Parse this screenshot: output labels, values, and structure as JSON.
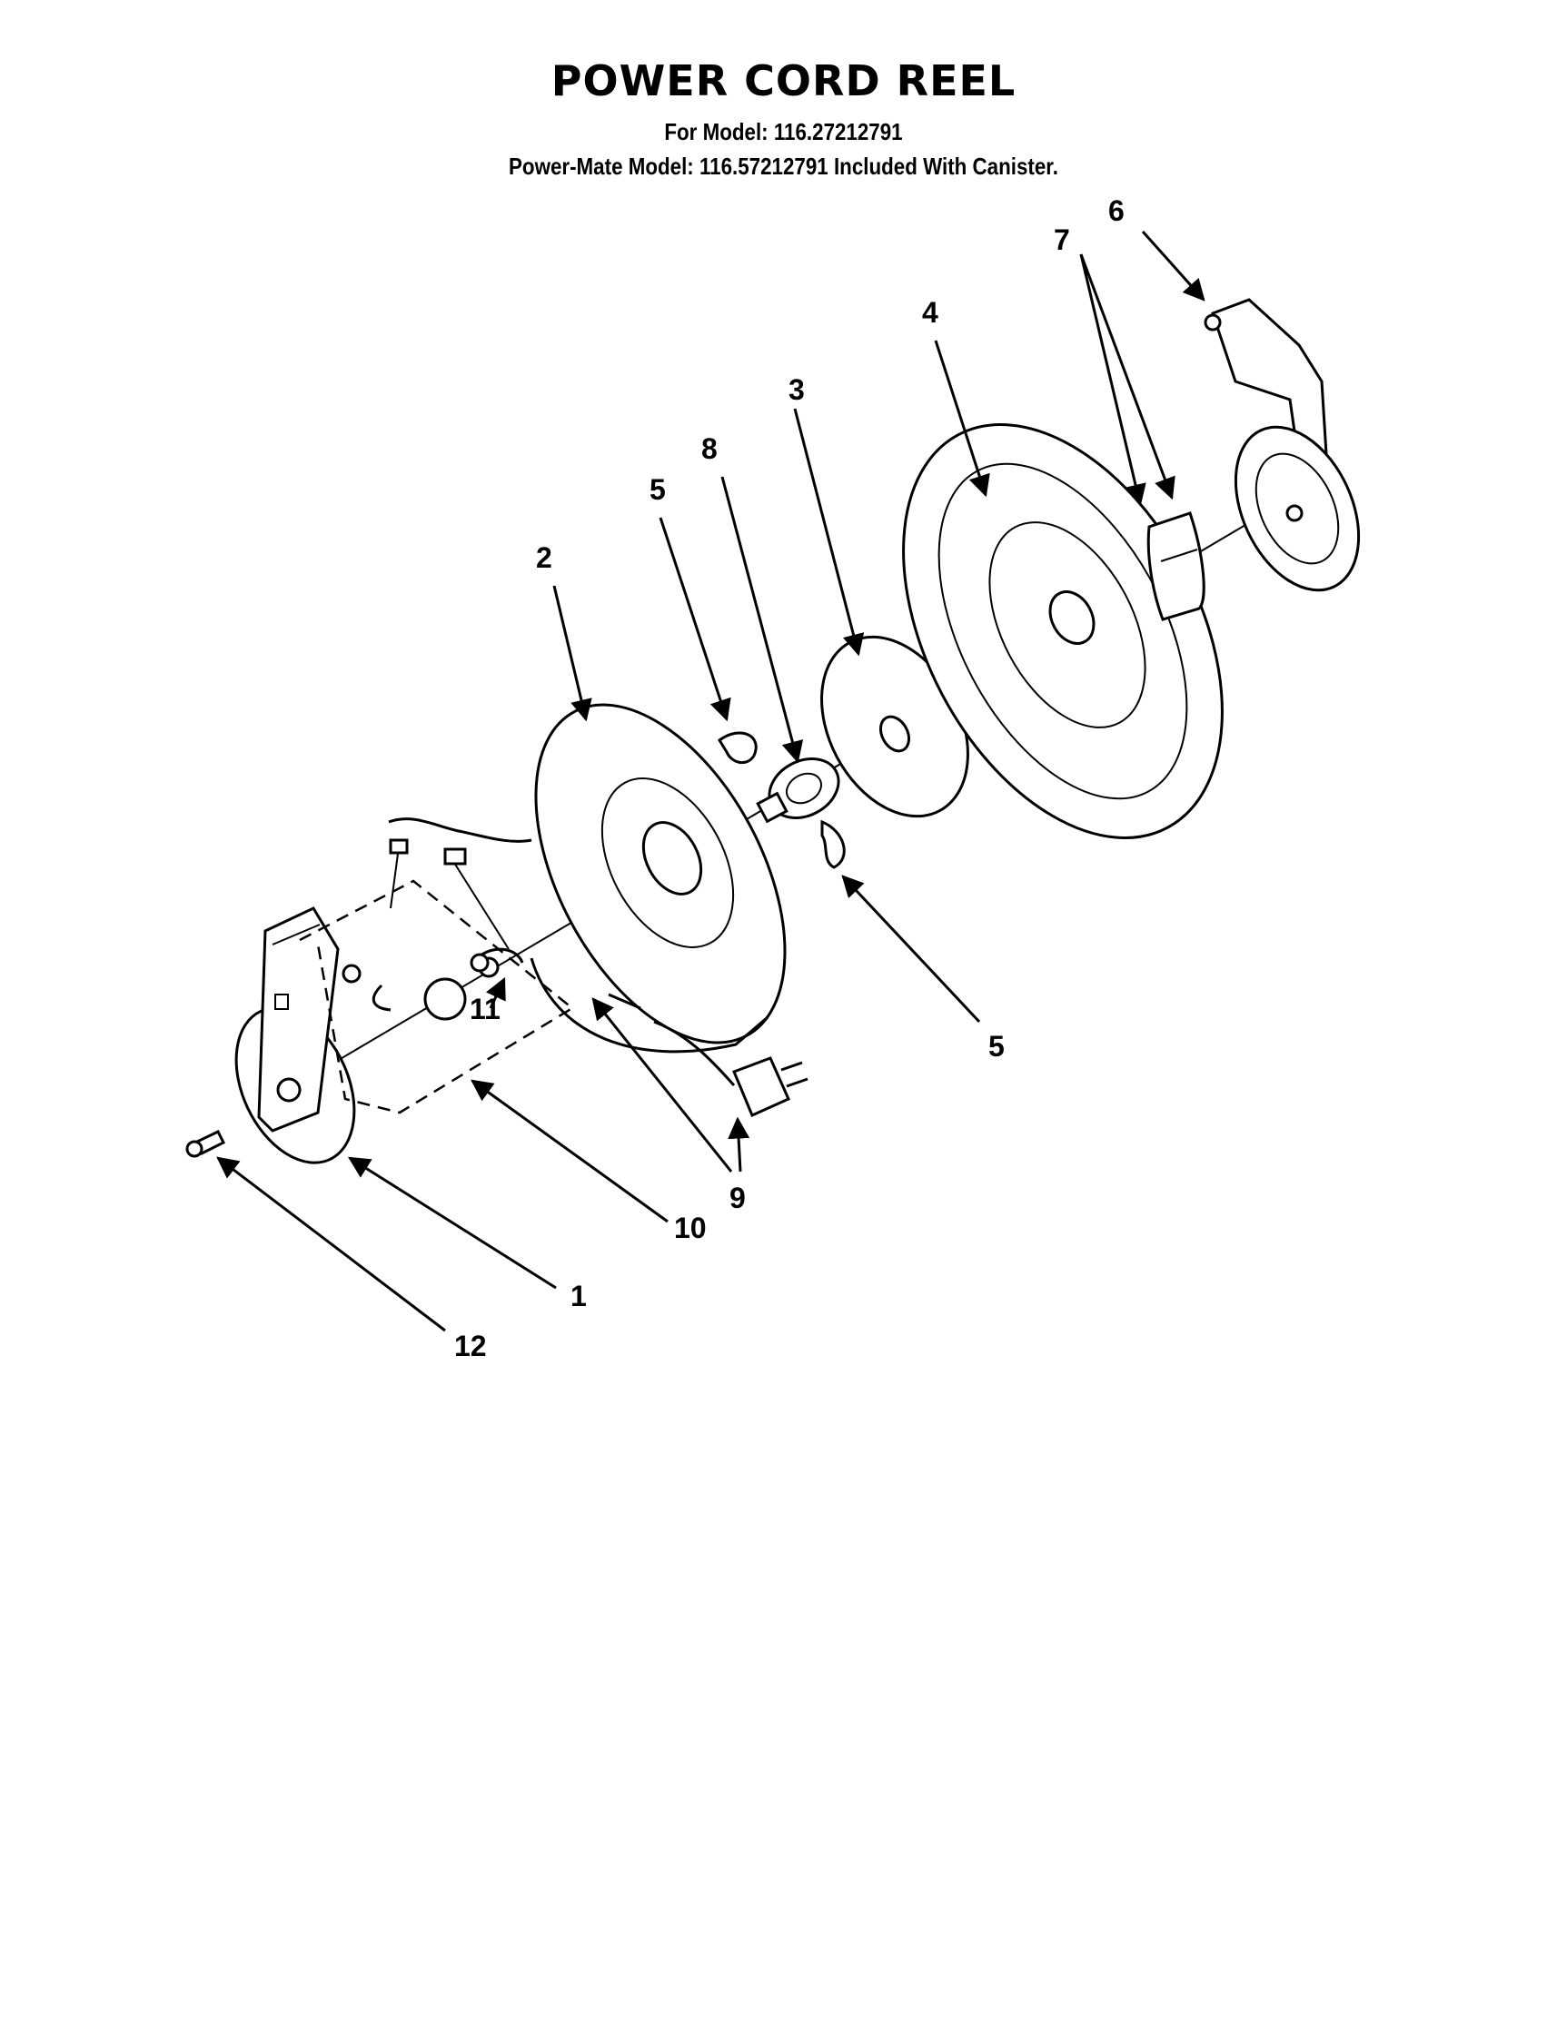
{
  "header": {
    "title": "POWER CORD REEL",
    "model_line": "For Model: 116.27212791",
    "powermate_line": "Power-Mate Model: 116.57212791 Included With Canister."
  },
  "callouts": {
    "c1": "1",
    "c2": "2",
    "c3": "3",
    "c4": "4",
    "c5a": "5",
    "c5b": "5",
    "c6": "6",
    "c7": "7",
    "c8": "8",
    "c9": "9",
    "c10": "10",
    "c11": "11",
    "c12": "12"
  }
}
